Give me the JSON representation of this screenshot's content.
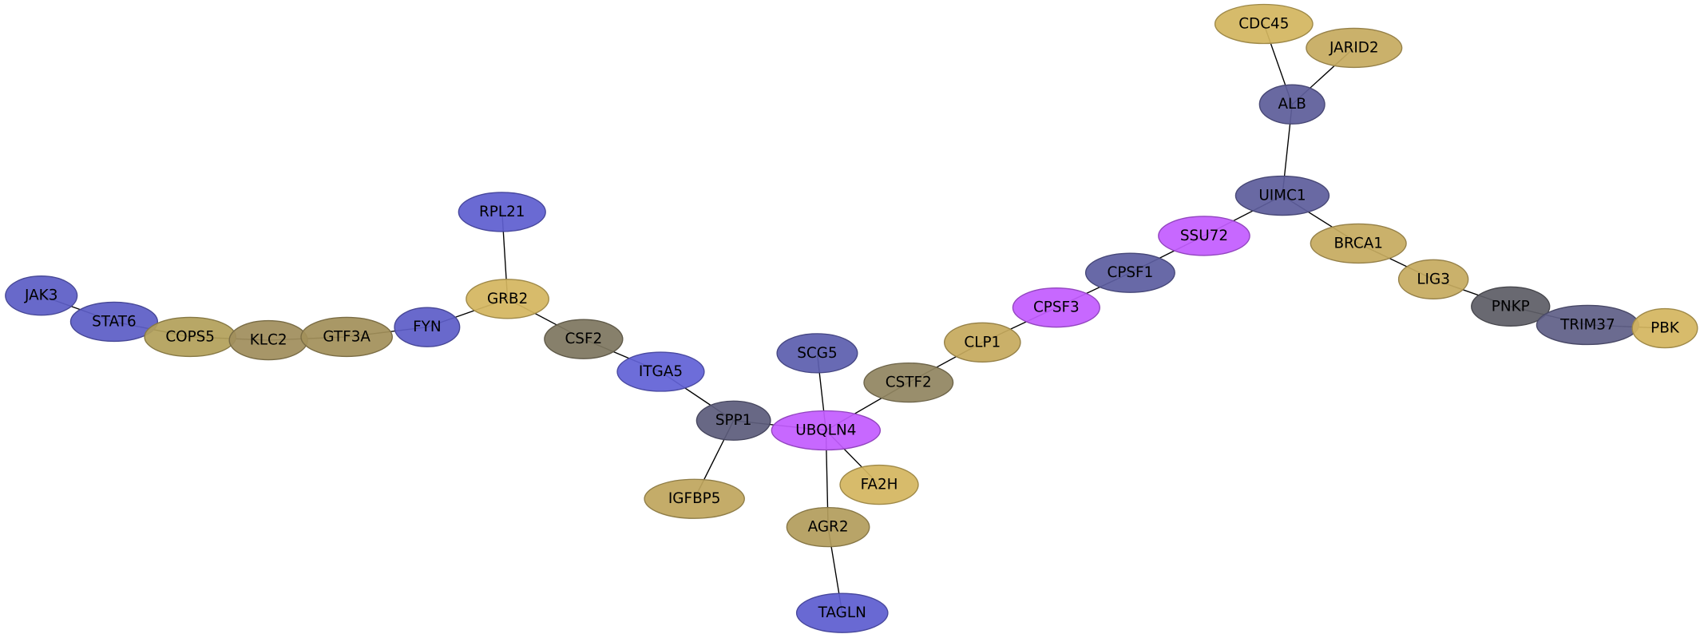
{
  "network": {
    "nodes": [
      {
        "id": "JAK3",
        "label": "JAK3",
        "color": "#5d5ec6"
      },
      {
        "id": "STAT6",
        "label": "STAT6",
        "color": "#5d5ec6"
      },
      {
        "id": "COPS5",
        "label": "COPS5",
        "color": "#b3a05a"
      },
      {
        "id": "KLC2",
        "label": "KLC2",
        "color": "#a08e5c"
      },
      {
        "id": "GTF3A",
        "label": "GTF3A",
        "color": "#a3905a"
      },
      {
        "id": "FYN",
        "label": "FYN",
        "color": "#5e5ec8"
      },
      {
        "id": "GRB2",
        "label": "GRB2",
        "color": "#d4b660"
      },
      {
        "id": "RPL21",
        "label": "RPL21",
        "color": "#5f5fd0"
      },
      {
        "id": "CSF2",
        "label": "CSF2",
        "color": "#7e7660"
      },
      {
        "id": "ITGA5",
        "label": "ITGA5",
        "color": "#6262d6"
      },
      {
        "id": "SPP1",
        "label": "SPP1",
        "color": "#5c5c7c"
      },
      {
        "id": "IGFBP5",
        "label": "IGFBP5",
        "color": "#bfa65e"
      },
      {
        "id": "UBQLN4",
        "label": "UBQLN4",
        "color": "#c35cff"
      },
      {
        "id": "SCG5",
        "label": "SCG5",
        "color": "#5d5fae"
      },
      {
        "id": "CSTF2",
        "label": "CSTF2",
        "color": "#918561"
      },
      {
        "id": "FA2H",
        "label": "FA2H",
        "color": "#d4b660"
      },
      {
        "id": "AGR2",
        "label": "AGR2",
        "color": "#b39d5c"
      },
      {
        "id": "TAGLN",
        "label": "TAGLN",
        "color": "#5e5ed0"
      },
      {
        "id": "CLP1",
        "label": "CLP1",
        "color": "#c6aa5e"
      },
      {
        "id": "CPSF3",
        "label": "CPSF3",
        "color": "#c35cff"
      },
      {
        "id": "CPSF1",
        "label": "CPSF1",
        "color": "#5d5ea0"
      },
      {
        "id": "SSU72",
        "label": "SSU72",
        "color": "#c35cff"
      },
      {
        "id": "UIMC1",
        "label": "UIMC1",
        "color": "#5e5e9c"
      },
      {
        "id": "ALB",
        "label": "ALB",
        "color": "#5e5e9a"
      },
      {
        "id": "CDC45",
        "label": "CDC45",
        "color": "#d3b660"
      },
      {
        "id": "JARID2",
        "label": "JARID2",
        "color": "#c6ab60"
      },
      {
        "id": "BRCA1",
        "label": "BRCA1",
        "color": "#c6ab60"
      },
      {
        "id": "LIG3",
        "label": "LIG3",
        "color": "#c6ab60"
      },
      {
        "id": "PNKP",
        "label": "PNKP",
        "color": "#5e5e66"
      },
      {
        "id": "TRIM37",
        "label": "TRIM37",
        "color": "#606088"
      },
      {
        "id": "PBK",
        "label": "PBK",
        "color": "#d4b660"
      }
    ],
    "edges": [
      [
        "JAK3",
        "STAT6"
      ],
      [
        "STAT6",
        "COPS5"
      ],
      [
        "COPS5",
        "KLC2"
      ],
      [
        "KLC2",
        "GTF3A"
      ],
      [
        "GTF3A",
        "FYN"
      ],
      [
        "FYN",
        "GRB2"
      ],
      [
        "RPL21",
        "GRB2"
      ],
      [
        "GRB2",
        "CSF2"
      ],
      [
        "CSF2",
        "ITGA5"
      ],
      [
        "ITGA5",
        "SPP1"
      ],
      [
        "SPP1",
        "UBQLN4"
      ],
      [
        "SPP1",
        "IGFBP5"
      ],
      [
        "UBQLN4",
        "SCG5"
      ],
      [
        "UBQLN4",
        "CSTF2"
      ],
      [
        "UBQLN4",
        "FA2H"
      ],
      [
        "UBQLN4",
        "AGR2"
      ],
      [
        "AGR2",
        "TAGLN"
      ],
      [
        "CSTF2",
        "CLP1"
      ],
      [
        "CLP1",
        "CPSF3"
      ],
      [
        "CPSF3",
        "CPSF1"
      ],
      [
        "CPSF1",
        "SSU72"
      ],
      [
        "SSU72",
        "UIMC1"
      ],
      [
        "UIMC1",
        "ALB"
      ],
      [
        "ALB",
        "CDC45"
      ],
      [
        "ALB",
        "JARID2"
      ],
      [
        "UIMC1",
        "BRCA1"
      ],
      [
        "BRCA1",
        "LIG3"
      ],
      [
        "LIG3",
        "PNKP"
      ],
      [
        "PNKP",
        "TRIM37"
      ],
      [
        "TRIM37",
        "PBK"
      ]
    ]
  }
}
